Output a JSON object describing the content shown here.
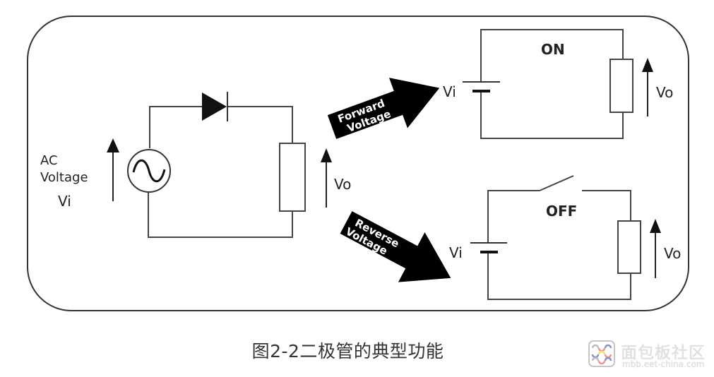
{
  "diagram": {
    "input_circuit": {
      "source_label_line1": "AC",
      "source_label_line2": "Voltage",
      "source_symbol": "Vi",
      "output_label": "Vo",
      "components": [
        "ac-source",
        "diode",
        "resistor"
      ]
    },
    "arrows": {
      "forward": {
        "line1": "Forward",
        "line2": "Voltage"
      },
      "reverse": {
        "line1": "Reverse",
        "line2": "Voltage"
      }
    },
    "on_circuit": {
      "state": "ON",
      "input_label": "Vi",
      "output_label": "Vo",
      "components": [
        "battery",
        "resistor"
      ]
    },
    "off_circuit": {
      "state": "OFF",
      "input_label": "Vi",
      "output_label": "Vo",
      "components": [
        "battery",
        "open-switch",
        "resistor"
      ]
    }
  },
  "caption": "图2-2二极管的典型功能",
  "watermark": {
    "title": "面包板社区",
    "url": "mbb.eet-china.com",
    "colors": [
      "#e03c3c",
      "#f0c419",
      "#2a3a8c",
      "#888888"
    ]
  }
}
